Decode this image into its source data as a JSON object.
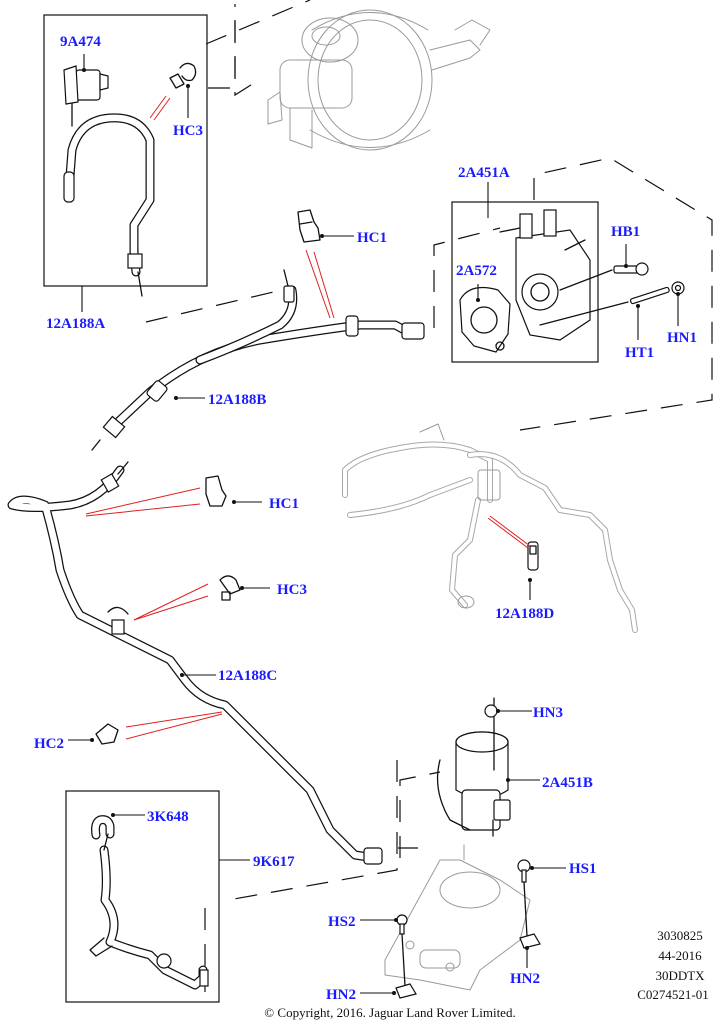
{
  "diagram": {
    "title": "Brake vacuum pump and vacuum hoses parts diagram",
    "label_color": "#1a1aff",
    "callout_color": "#e02020",
    "callouts": {
      "p9A474": "9A474",
      "hc3_top": "HC3",
      "p12A188A": "12A188A",
      "hc1_top": "HC1",
      "p2A451A": "2A451A",
      "p2A572": "2A572",
      "hb1": "HB1",
      "ht1": "HT1",
      "hn1": "HN1",
      "p12A188B": "12A188B",
      "hc1_mid": "HC1",
      "hc3_mid": "HC3",
      "p12A188C": "12A188C",
      "hc2": "HC2",
      "p12A188D": "12A188D",
      "hn3": "HN3",
      "p2A451B": "2A451B",
      "p3K648": "3K648",
      "p9K617": "9K617",
      "hs1": "HS1",
      "hs2": "HS2",
      "hn2_right": "HN2",
      "hn2_left": "HN2"
    },
    "reference": {
      "line1": "3030825",
      "line2": "44-2016",
      "line3": "30DDTX",
      "line4": "C0274521-01"
    },
    "copyright": "© Copyright, 2016. Jaguar Land Rover Limited."
  }
}
